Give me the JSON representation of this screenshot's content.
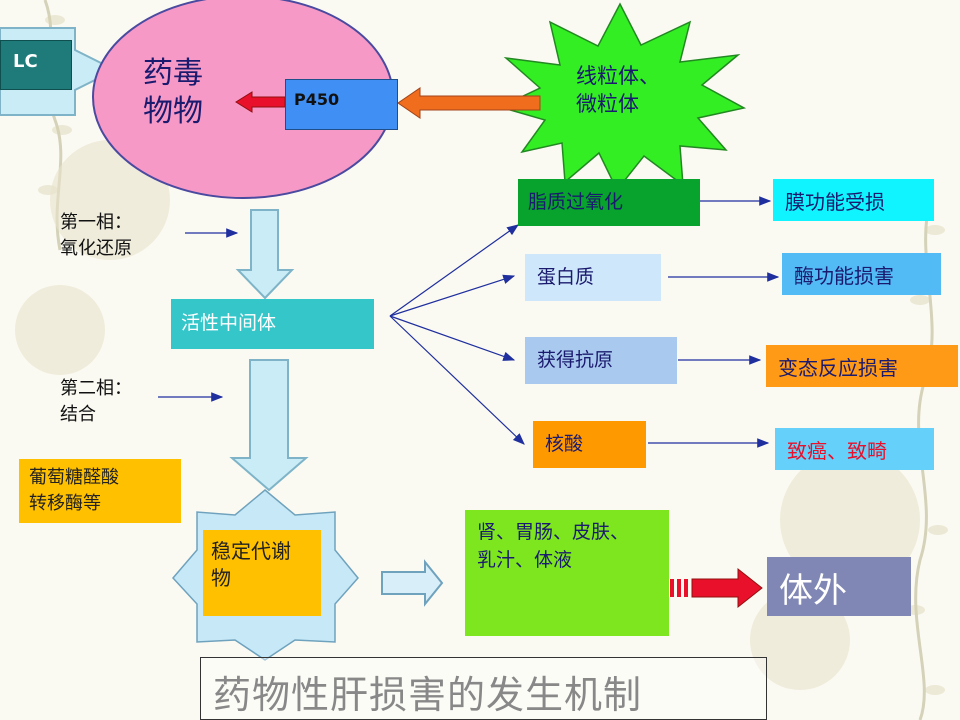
{
  "slide": {
    "title": "药物性肝损害的发生机制"
  },
  "nodes": {
    "lc": "LC",
    "drug_line1": "药毒",
    "drug_line2": "物物",
    "p450": "P450",
    "mito_line1": "线粒体、",
    "mito_line2": "微粒体",
    "phase1_line1": "第一相：",
    "phase1_line2": "氧化还原",
    "active_intermediate": "活性中间体",
    "phase2_line1": "第二相：",
    "phase2_line2": "结合",
    "enzyme_line1": "葡萄糖醛酸",
    "enzyme_line2": "转移酶等",
    "stable_line1": "稳定代谢",
    "stable_line2": "物",
    "excretion_line1": "肾、胃肠、皮肤、",
    "excretion_line2": "乳汁、体液",
    "outside": "体外"
  },
  "targets": [
    {
      "name": "脂质过氧化",
      "effect": "膜功能受损"
    },
    {
      "name": "蛋白质",
      "effect": "酶功能损害"
    },
    {
      "name": "获得抗原",
      "effect": "变态反应损害"
    },
    {
      "name": "核酸",
      "effect": "致癌、致畸"
    }
  ],
  "colors": {
    "lc_box": "#1e7b7a",
    "drug_ellipse": "#f799c6",
    "p450_box": "#3f8ff4",
    "mito_star": "#33ee22",
    "red_arrow": "#e8102a",
    "orange_arrow": "#f06d1e",
    "active_box": "#35c6c9",
    "enzyme_box": "#ffc000",
    "stable_star": "#c6e8f7",
    "stable_box": "#ffc000",
    "excretion_box": "#7ee61e",
    "outside_box": "#8087b4",
    "lipid_box": "#07a32d",
    "protein_box": "#cfe7fa",
    "antigen_box": "#aac9ee",
    "nucleic_box": "#ff9900",
    "effect1_box": "#10f4ff",
    "effect2_box": "#52baf5",
    "effect3_box": "#ff9a17",
    "effect4_box": "#65d1fa",
    "text_dark": "#1a1a6e"
  }
}
